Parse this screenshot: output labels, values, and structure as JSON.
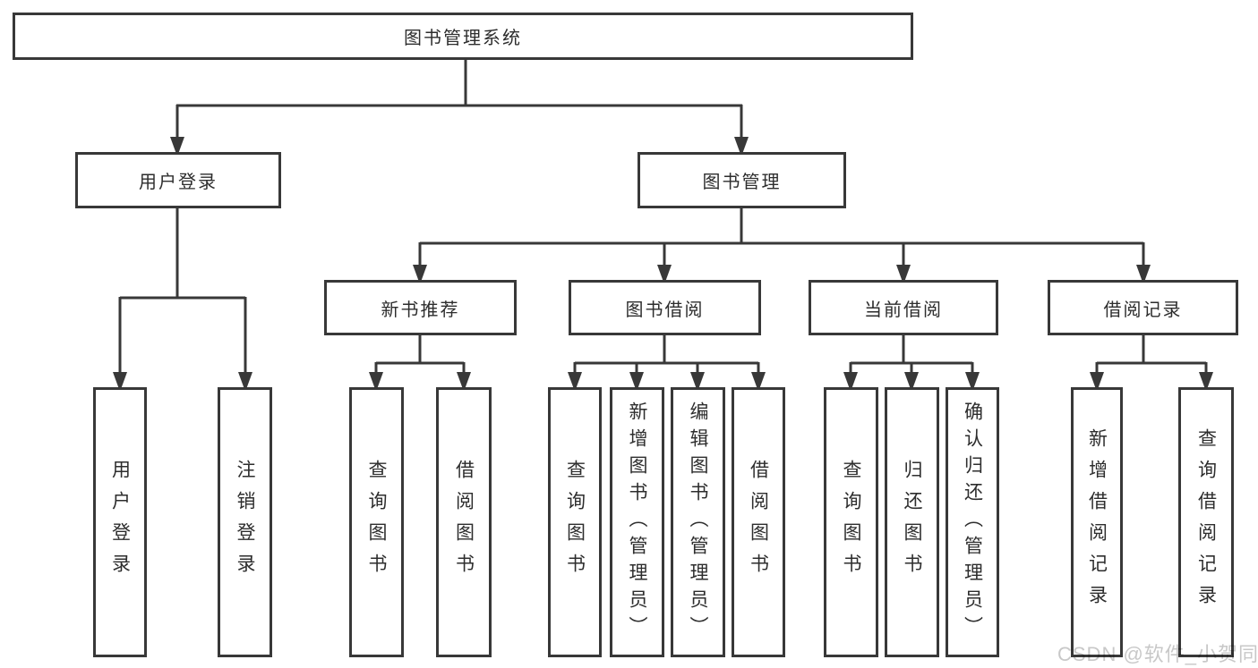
{
  "tree": {
    "label": "图书管理系统",
    "children": [
      {
        "label": "用户登录",
        "children": [
          {
            "label": "用户登录"
          },
          {
            "label": "注销登录"
          }
        ]
      },
      {
        "label": "图书管理",
        "children": [
          {
            "label": "新书推荐",
            "children": [
              {
                "label": "查询图书"
              },
              {
                "label": "借阅图书"
              }
            ]
          },
          {
            "label": "图书借阅",
            "children": [
              {
                "label": "查询图书"
              },
              {
                "label": "新增图书（管理员）"
              },
              {
                "label": "编辑图书（管理员）"
              },
              {
                "label": "借阅图书"
              }
            ]
          },
          {
            "label": "当前借阅",
            "children": [
              {
                "label": "查询图书"
              },
              {
                "label": "归还图书"
              },
              {
                "label": "确认归还（管理员）"
              }
            ]
          },
          {
            "label": "借阅记录",
            "children": [
              {
                "label": "新增借阅记录"
              },
              {
                "label": "查询借阅记录"
              }
            ]
          }
        ]
      }
    ]
  },
  "watermark": "CSDN @软件_小贺同学",
  "colors": {
    "line": "#383838",
    "box_border": "#383838",
    "text": "#2d2d2d",
    "box_background": "#ffffff",
    "watermark": "#c8c8c8",
    "page_background": "#ffffff"
  }
}
